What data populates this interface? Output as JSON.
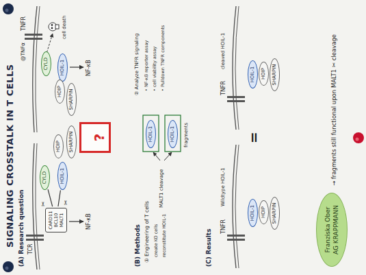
{
  "diagram": {
    "title": "SIGNALING CROSSTALK IN T CELLS",
    "nodes": [
      {
        "text": [
          "CARD11",
          "BCL10",
          "MALT1"
        ]
      },
      {
        "text": [
          "CYLD"
        ]
      },
      {
        "text": [
          "HOIL-1"
        ]
      },
      {
        "text": [
          "HOIP"
        ]
      },
      {
        "text": [
          "SHARPIN"
        ]
      },
      {
        "text": [
          "?"
        ]
      },
      {
        "text": [
          "HOIL-1"
        ]
      },
      {
        "text": [
          "HOIP"
        ]
      },
      {
        "text": [
          "SHARPIN"
        ]
      },
      {
        "text": [
          "CYLD"
        ]
      },
      {
        "text": [
          "HOIL-1"
        ]
      },
      {
        "text": [
          "HOIL-1"
        ]
      },
      {
        "text": [
          "HOIL-1"
        ]
      },
      {
        "text": [
          "HOIP"
        ]
      },
      {
        "text": [
          "SHARPIN"
        ]
      },
      {
        "text": [
          "HOIL-1"
        ]
      },
      {
        "text": [
          "HOIP"
        ]
      },
      {
        "text": [
          "SHARPIN"
        ]
      },
      {
        "text": [
          "Franziska Ober",
          "AG KRAPPMANN"
        ]
      }
    ],
    "edges": [
      {
        "from": 0,
        "to": 1,
        "arrow": "none"
      },
      {
        "from": 0,
        "to": 2,
        "arrow": "none"
      }
    ],
    "labels": [
      "(A) Research question",
      "TCR",
      "✂",
      "✂",
      "NF-κB",
      "@TNFα",
      "TNFR",
      "NF-κB",
      "cell death",
      "(B) Methods",
      "① Engineering of T cells",
      "create KO cells",
      "reconstitute HOIL-1",
      "MALT1 cleavage",
      "fragments",
      "② Analyze TNFR signaling",
      "• NF-κB reporter assay",
      "• cell viability assay",
      "• Pulldown TNFR components",
      "(C) Results",
      "TNFR",
      "Wildtype HOIL-1",
      "=",
      "TNFR",
      "cleaved HOIL-1",
      "→ fragments still functional upon MALT1 ✂ cleavage"
    ]
  }
}
